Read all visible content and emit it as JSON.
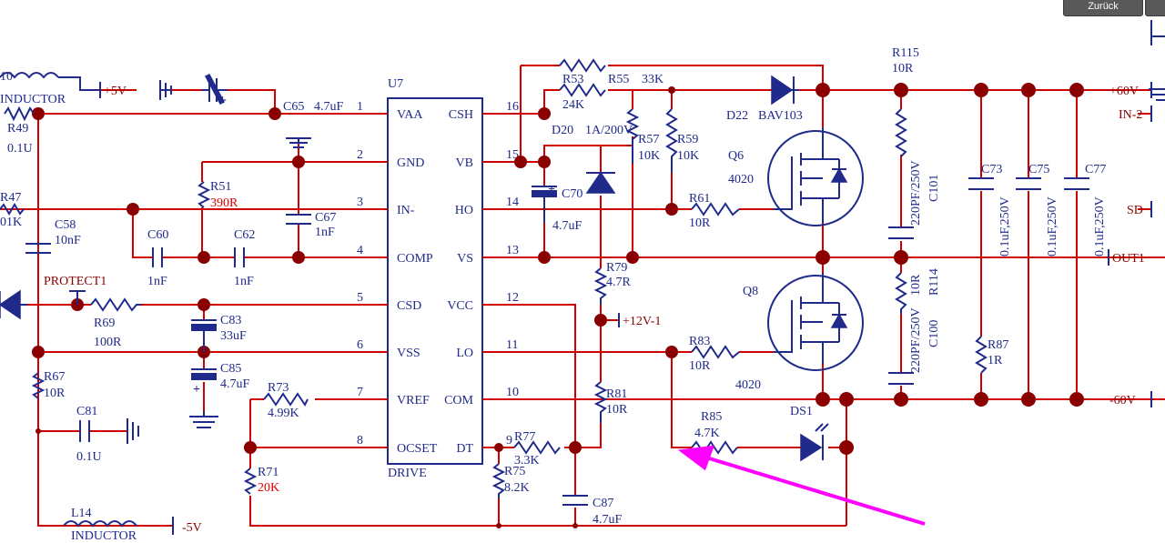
{
  "toolbar": {
    "back_label": "Zurück"
  },
  "chip": {
    "ref": "U7",
    "name": "DRIVE",
    "left_pins": [
      {
        "num": "1",
        "name": "VAA"
      },
      {
        "num": "2",
        "name": "GND"
      },
      {
        "num": "3",
        "name": "IN-"
      },
      {
        "num": "4",
        "name": "COMP"
      },
      {
        "num": "5",
        "name": "CSD"
      },
      {
        "num": "6",
        "name": "VSS"
      },
      {
        "num": "7",
        "name": "VREF"
      },
      {
        "num": "8",
        "name": "OCSET"
      }
    ],
    "right_pins": [
      {
        "num": "16",
        "name": "CSH"
      },
      {
        "num": "15",
        "name": "VB"
      },
      {
        "num": "14",
        "name": "HO"
      },
      {
        "num": "13",
        "name": "VS"
      },
      {
        "num": "12",
        "name": "VCC"
      },
      {
        "num": "11",
        "name": "LO"
      },
      {
        "num": "10",
        "name": "COM"
      },
      {
        "num": "9",
        "name": "DT"
      }
    ]
  },
  "components": {
    "l10_ref": "10",
    "l10_name": "INDUCTOR",
    "p5v": "+5V",
    "c65_ref": "C65",
    "c65_val": "4.7uF",
    "r49_ref": "R49",
    "r49_val": "0.1U",
    "r47_ref": "R47",
    "r47_val": "01K",
    "c58_ref": "C58",
    "c58_val": "10nF",
    "r51_ref": "R51",
    "r51_val": "390R",
    "c67_ref": "C67",
    "c67_val": "1nF",
    "c60_ref": "C60",
    "c60_val": "1nF",
    "c62_ref": "C62",
    "c62_val": "1nF",
    "protect": "PROTECT1",
    "r69_ref": "R69",
    "r69_val": "100R",
    "c83_ref": "C83",
    "c83_val": "33uF",
    "c85_ref": "C85",
    "c85_val": "4.7uF",
    "r67_ref": "R67",
    "r67_val": "10R",
    "c81_ref": "C81",
    "c81_val": "0.1U",
    "r73_ref": "R73",
    "r73_val": "4.99K",
    "r71_ref": "R71",
    "r71_val": "20K",
    "l14_ref": "L14",
    "l14_name": "INDUCTOR",
    "m5v": "-5V",
    "r53_ref": "R53",
    "r53_val": "24K",
    "r55_ref": "R55",
    "r55_val": "33K",
    "d20_ref": "D20",
    "d20_val": "1A/200V",
    "r57_ref": "R57",
    "r57_val": "10K",
    "r59_ref": "R59",
    "r59_val": "10K",
    "c70_ref": "C70",
    "c70_val": "4.7uF",
    "r61_ref": "R61",
    "r61_val": "10R",
    "r79_ref": "R79",
    "r79_val": "4.7R",
    "p12v": "+12V-1",
    "r83_ref": "R83",
    "r83_val": "10R",
    "r81_ref": "R81",
    "r81_val": "10R",
    "r85_ref": "R85",
    "r85_val": "4.7K",
    "ds1_ref": "DS1",
    "r77_ref": "R77",
    "r77_val": "3.3K",
    "r75_ref": "R75",
    "r75_val": "8.2K",
    "c87_ref": "C87",
    "c87_val": "4.7uF",
    "d22_ref": "D22",
    "d22_val": "BAV103",
    "q6_ref": "Q6",
    "q6_val": "4020",
    "q8_ref": "Q8",
    "q8_val": "4020",
    "r115_ref": "R115",
    "r115_val": "10R",
    "c101_val": "220PF/250V",
    "c101_ref": "C101",
    "r114_ref": "R114",
    "r114_val": "10R",
    "c100_val": "220PF/250V",
    "c100_ref": "C100",
    "c73_ref": "C73",
    "c73_val": "0.1uF,250V",
    "c75_ref": "C75",
    "c75_val": "0.1uF,250V",
    "c77_ref": "C77",
    "c77_val": "0.1uF,250V",
    "r87_ref": "R87",
    "r87_val": "1R",
    "p60v": "+60V",
    "m60v": "-60V",
    "in2": "IN-2",
    "sd": "SD",
    "out1": "OUT1"
  }
}
